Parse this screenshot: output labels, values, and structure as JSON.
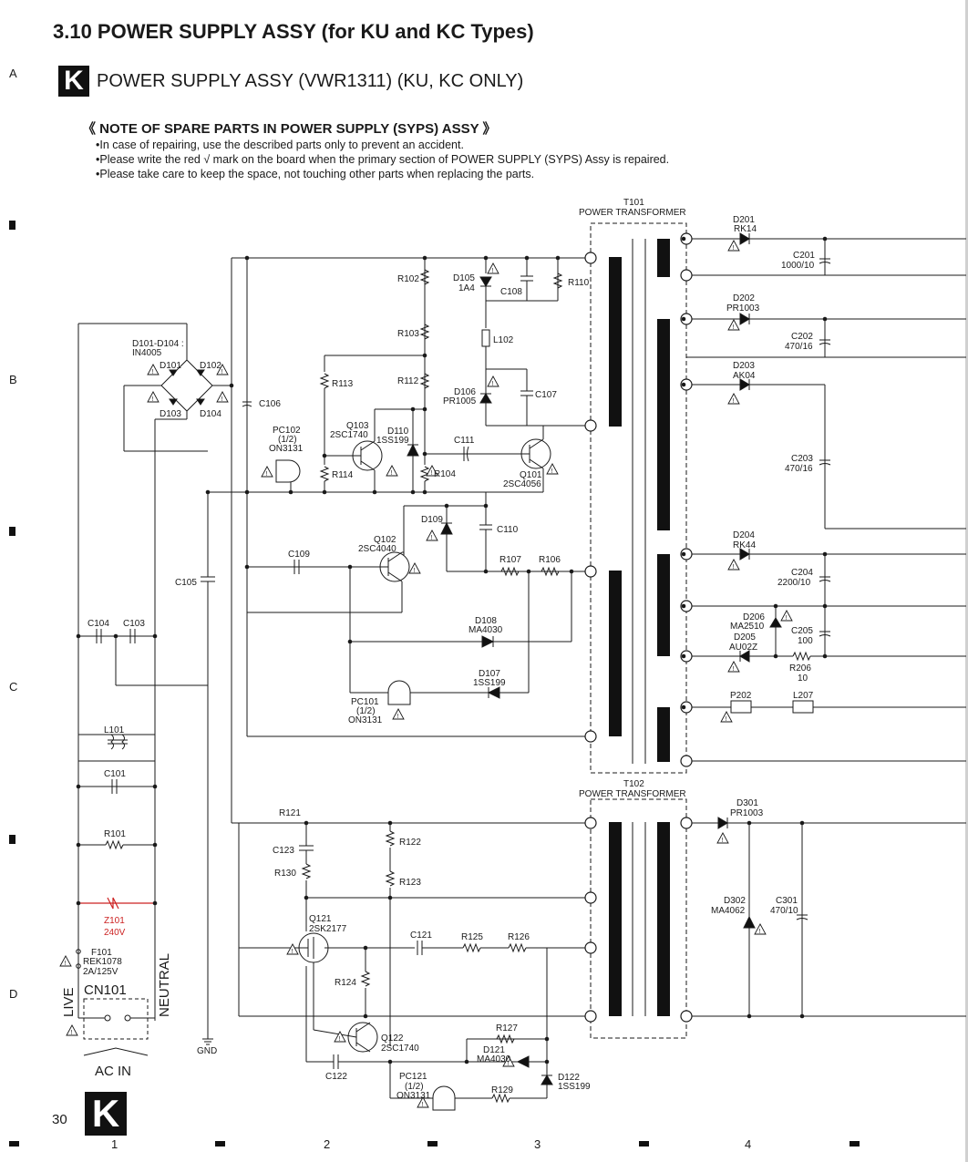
{
  "header": {
    "title": "3.10 POWER SUPPLY ASSY (for KU and KC Types)",
    "badge": "K",
    "subtitle": "POWER SUPPLY ASSY (VWR1311) (KU, KC ONLY)"
  },
  "note": {
    "title": "《 NOTE OF SPARE PARTS IN POWER SUPPLY (SYPS) ASSY 》",
    "items": [
      "In case of repairing, use the described parts only to prevent an accident.",
      "Please write the red √ mark on the board when the primary section of POWER SUPPLY (SYPS) Assy is repaired.",
      "Please take care to keep the space, not touching other parts when replacing the parts."
    ]
  },
  "grid": {
    "rows": [
      "A",
      "B",
      "C",
      "D"
    ],
    "columns": [
      "1",
      "2",
      "3",
      "4"
    ]
  },
  "footer": {
    "page_number": "30",
    "badge": "K"
  },
  "colors": {
    "line": "#1a1a1a",
    "varistor": "#cc2222",
    "warning": "#1a1a1a"
  },
  "schematic": {
    "transformers": [
      {
        "ref": "T101",
        "name": "POWER TRANSFORMER"
      },
      {
        "ref": "T102",
        "name": "POWER TRANSFORMER"
      }
    ],
    "connectors": {
      "cn101": "CN101",
      "live": "LIVE",
      "neutral": "NEUTRAL",
      "ac_in": "AC IN",
      "gnd": "GND"
    },
    "labels": {
      "d101_104": "D101-D104 :",
      "in4005": "IN4005",
      "d101": "D101",
      "d102": "D102",
      "d103": "D103",
      "d104": "D104",
      "c106": "C106",
      "r102": "R102",
      "d105": "D105",
      "d105v": "1A4",
      "c108": "C108",
      "r110": "R110",
      "r103": "R103",
      "l102": "L102",
      "r113": "R113",
      "r112": "R112",
      "d106": "D106",
      "d106v": "PR1005",
      "c107": "C107",
      "pc102": "PC102",
      "pc102n": "(1/2)",
      "pc102v": "ON3131",
      "q103": "Q103",
      "q103v": "2SC1740",
      "d110": "D110",
      "d110v": "1SS199",
      "c111": "C111",
      "r114": "R114",
      "r104": "R104",
      "q101": "Q101",
      "q101v": "2SC4056",
      "d109": "D109",
      "c110": "C110",
      "q102": "Q102",
      "q102v": "2SC4040",
      "c109": "C109",
      "r107": "R107",
      "r106": "R106",
      "c105": "C105",
      "c104": "C104",
      "c103": "C103",
      "d108": "D108",
      "d108v": "MA4030",
      "d107": "D107",
      "d107v": "1SS199",
      "pc101": "PC101",
      "pc101n": "(1/2)",
      "pc101v": "ON3131",
      "l101": "L101",
      "c101": "C101",
      "r101": "R101",
      "z101": "Z101",
      "z101v": "240V",
      "f101": "F101",
      "f101v": "REK1078",
      "f101r": "2A/125V",
      "d201": "D201",
      "d201v": "RK14",
      "c201": "C201",
      "c201v": "1000/10",
      "d202": "D202",
      "d202v": "PR1003",
      "c202": "C202",
      "c202v": "470/16",
      "d203": "D203",
      "d203v": "AK04",
      "c203": "C203",
      "c203v": "470/16",
      "d204": "D204",
      "d204v": "RK44",
      "c204": "C204",
      "c204v": "2200/10",
      "d206": "D206",
      "d206v": "MA2510",
      "c205": "C205",
      "c205v": "100",
      "d205": "D205",
      "d205v": "AU02Z",
      "r206": "R206",
      "r206v": "10",
      "p202": "P202",
      "l207": "L207",
      "r121": "R121",
      "r122": "R122",
      "c123": "C123",
      "r130": "R130",
      "r123": "R123",
      "q121": "Q121",
      "q121v": "2SK2177",
      "c121": "C121",
      "r125": "R125",
      "r126": "R126",
      "r124": "R124",
      "q122": "Q122",
      "q122v": "2SC1740",
      "r127": "R127",
      "d121": "D121",
      "d121v": "MA4030",
      "d122": "D122",
      "d122v": "1SS199",
      "c122": "C122",
      "pc121": "PC121",
      "pc121n": "(1/2)",
      "pc121v": "ON3131",
      "r129": "R129",
      "d301": "D301",
      "d301v": "PR1003",
      "d302": "D302",
      "d302v": "MA4062",
      "c301": "C301",
      "c301v": "470/10"
    }
  }
}
